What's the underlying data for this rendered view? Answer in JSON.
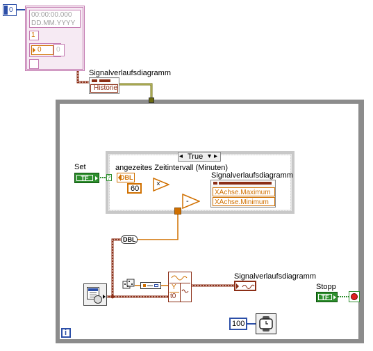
{
  "cluster": {
    "index_const": "0",
    "timestamp_time": "00:00:00.000",
    "timestamp_date": "DD.MM.YYYY",
    "numeric_1": "1",
    "numeric_0a": "0",
    "numeric_0b": "0"
  },
  "graph_node_top": {
    "label": "Signalverlaufsdiagramm",
    "property": "Historie"
  },
  "case": {
    "selector_value": "True",
    "comment": "angezeites Zeitintervall (Minuten)",
    "dbl_type": "DBL",
    "constant_60": "60",
    "multiply_symbol": "×",
    "subtract_symbol": "-",
    "property_node": {
      "label": "Signalverlaufsdiagramm",
      "items": [
        "XAchse.Maximum",
        "XAchse.Minimum"
      ]
    }
  },
  "controls": {
    "set_label": "Set",
    "set_tf": "TF",
    "stopp_label": "Stopp",
    "stopp_tf": "TF"
  },
  "to_dbl": "DBL",
  "build_waveform": {
    "y": "Y",
    "t0": "t0"
  },
  "graph_terminal": {
    "label": "Signalverlaufsdiagramm"
  },
  "wait": {
    "constant": "100"
  },
  "info_icon": "i",
  "colors": {
    "loop_border": "#8c8c8c",
    "orange_wire": "#d07000",
    "brown_wire": "#8b2e16",
    "green_wire": "#2e8f2e",
    "pink_cluster": "#c47cb2"
  }
}
